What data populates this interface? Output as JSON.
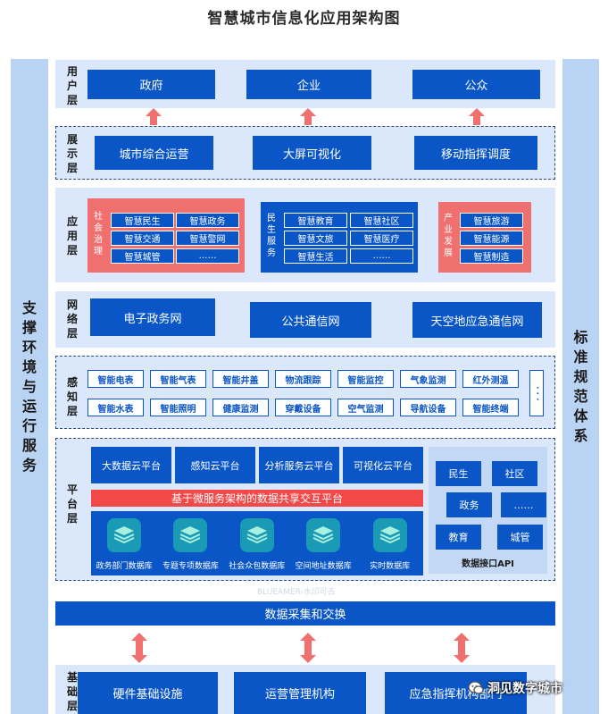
{
  "title": "智慧城市信息化应用架构图",
  "left_side": "支撑环境与运行服务",
  "right_side": "标准规范体系",
  "layers": {
    "user": {
      "label": "用户层",
      "items": [
        "政府",
        "企业",
        "公众"
      ]
    },
    "display": {
      "label": "展示层",
      "items": [
        "城市综合运营",
        "大屏可视化",
        "移动指挥调度"
      ]
    },
    "app": {
      "label": "应用层",
      "groups": [
        {
          "name": "社会治理",
          "items": [
            "智慧民生",
            "智慧政务",
            "智慧交通",
            "智慧警网",
            "智慧城管",
            "……"
          ]
        },
        {
          "name": "民生服务",
          "items": [
            "智慧教育",
            "智慧社区",
            "智慧文旅",
            "智慧医疗",
            "智慧生活",
            "……"
          ]
        },
        {
          "name": "产业发展",
          "items": [
            "智慧旅游",
            "智慧能源",
            "智慧制造"
          ]
        }
      ]
    },
    "network": {
      "label": "网络层",
      "items": [
        "电子政务网",
        "公共通信网",
        "天空地应急通信网"
      ]
    },
    "sense": {
      "label": "感知层",
      "row1": [
        "智能电表",
        "智能气表",
        "智能井盖",
        "物流跟踪",
        "智能监控",
        "气象监测",
        "红外测温"
      ],
      "row2": [
        "智能水表",
        "智能照明",
        "健康监测",
        "穿戴设备",
        "空气监测",
        "导航设备",
        "智能终端"
      ],
      "more": "· · ·"
    },
    "platform": {
      "label": "平台层",
      "clouds": [
        "大数据云平台",
        "感知云平台",
        "分析服务云平台",
        "可视化云平台"
      ],
      "bus": "基于微服务架构的数据共享交互平台",
      "databases": [
        "政务部门数据库",
        "专题专项数据库",
        "社会众包数据库",
        "空间地址数据库",
        "实时数据库"
      ],
      "api": {
        "items": [
          "民生",
          "社区",
          "政务",
          "……",
          "教育",
          "城管"
        ],
        "caption": "数据接口API"
      }
    },
    "exchange": "数据采集和交换",
    "base": {
      "label": "基础层",
      "items": [
        "硬件基础设施",
        "运营管理机构",
        "应急指挥机构部门"
      ]
    }
  },
  "watermark": "BLUEAMER-水印可去",
  "brand": "洞见数字城市",
  "colors": {
    "primary": "#0a56c6",
    "accent": "#f07070",
    "band": "#dbe8fb",
    "side": "#b9d3f3"
  }
}
